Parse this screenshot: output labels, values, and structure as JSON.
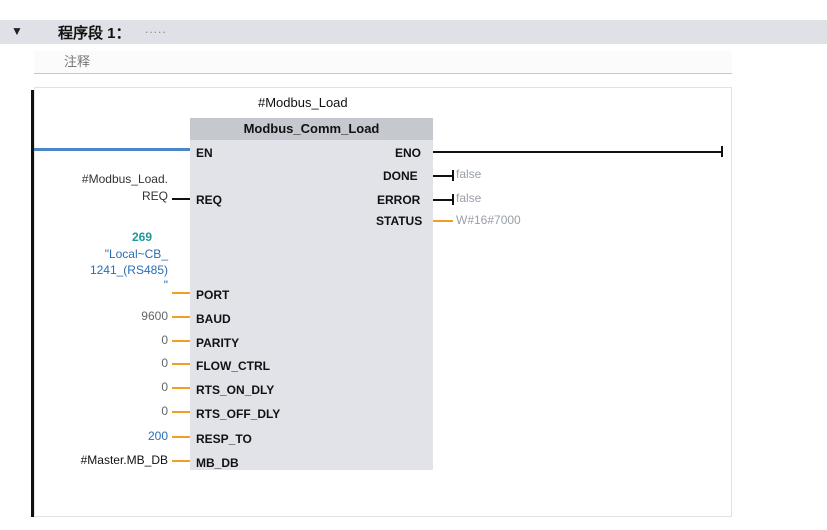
{
  "segment": {
    "title": "程序段 1：",
    "dots": ".....",
    "comment": "注释"
  },
  "block": {
    "instance_name": "#Modbus_Load",
    "type_name": "Modbus_Comm_Load"
  },
  "pins": {
    "en": "EN",
    "eno": "ENO",
    "done": "DONE",
    "error": "ERROR",
    "status": "STATUS",
    "req": "REQ",
    "port": "PORT",
    "baud": "BAUD",
    "parity": "PARITY",
    "flow_ctrl": "FLOW_CTRL",
    "rts_on_dly": "RTS_ON_DLY",
    "rts_off_dly": "RTS_OFF_DLY",
    "resp_to": "RESP_TO",
    "mb_db": "MB_DB"
  },
  "inputs": {
    "req_line1": "#Modbus_Load.",
    "req_line2": "REQ",
    "port_number": "269",
    "port_line1": "\"Local~CB_",
    "port_line2": "1241_(RS485)",
    "port_line3": "\"",
    "baud": "9600",
    "parity": "0",
    "flow_ctrl": "0",
    "rts_on_dly": "0",
    "rts_off_dly": "0",
    "resp_to": "200",
    "mb_db": "#Master.MB_DB"
  },
  "outputs": {
    "done": "false",
    "error": "false",
    "status": "W#16#7000"
  },
  "colors": {
    "header_bg": "#dfe1e6",
    "block_bg": "#e2e3e9",
    "block_title_bg": "#c6c8cf",
    "wire_orange": "#f0a020",
    "wire_blue": "#4a86c8",
    "constant_blue": "#2a6db5"
  }
}
